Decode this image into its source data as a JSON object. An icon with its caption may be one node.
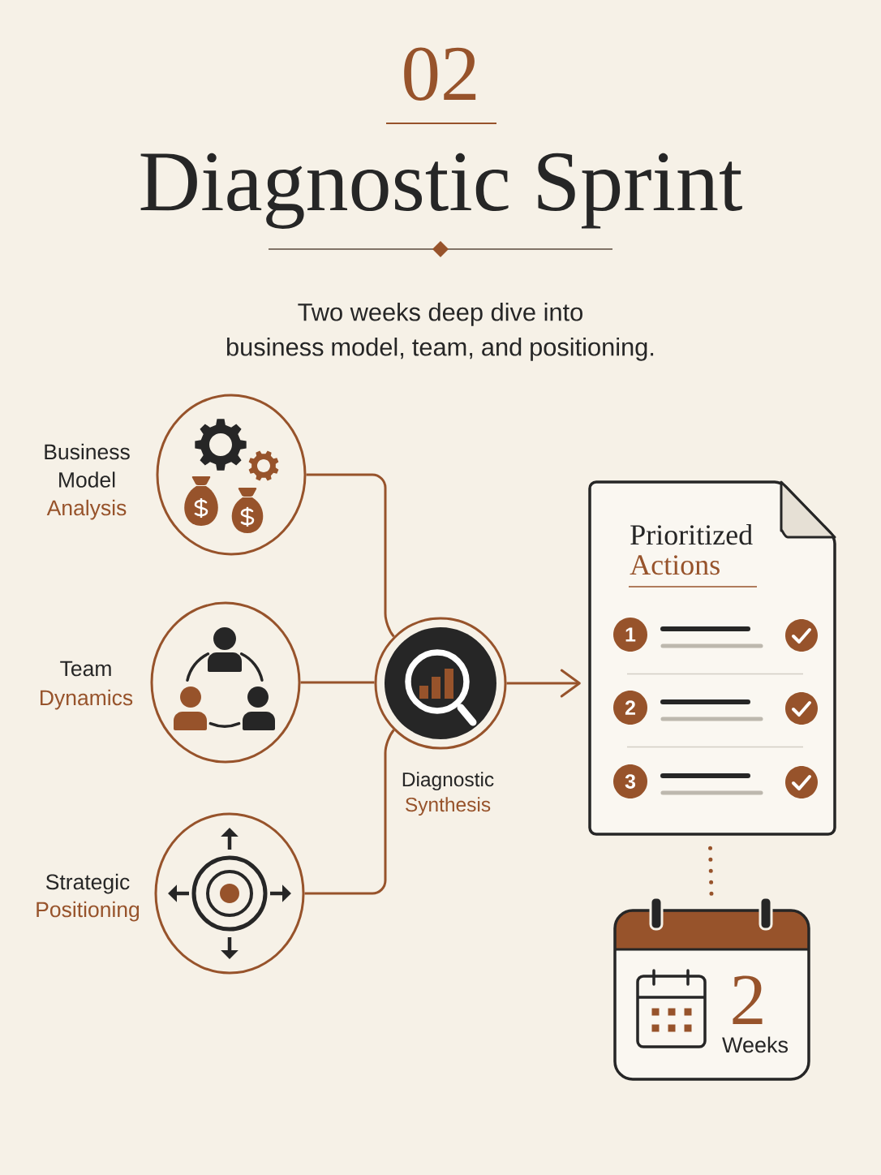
{
  "diagram": {
    "title": "Diagnostic Sprint",
    "nodes": [
      {
        "text": [
          "Business Model",
          "Analysis"
        ]
      },
      {
        "text": [
          "Team",
          "Dynamics"
        ]
      },
      {
        "text": [
          "Strategic",
          "Positioning"
        ]
      },
      {
        "text": [
          "Diagnostic",
          "Synthesis"
        ]
      },
      {
        "text": [
          "Prioritized",
          "Actions"
        ]
      },
      {
        "text": [
          "1"
        ],
        "in": 4
      },
      {
        "text": [
          "2"
        ],
        "in": 4
      },
      {
        "text": [
          "3"
        ],
        "in": 4
      },
      {
        "text": [
          "2",
          "Weeks"
        ]
      }
    ],
    "edges": [
      {
        "from": 0,
        "to": 3,
        "arrow": "none"
      },
      {
        "from": 1,
        "to": 3,
        "arrow": "none"
      },
      {
        "from": 2,
        "to": 3,
        "arrow": "none"
      },
      {
        "from": 3,
        "to": 4,
        "arrow": "to"
      },
      {
        "from": 4,
        "to": 8,
        "arrow": "none",
        "style": "dashed"
      }
    ],
    "labels": [
      "02",
      "Two weeks deep dive into business model, team, and positioning."
    ]
  }
}
